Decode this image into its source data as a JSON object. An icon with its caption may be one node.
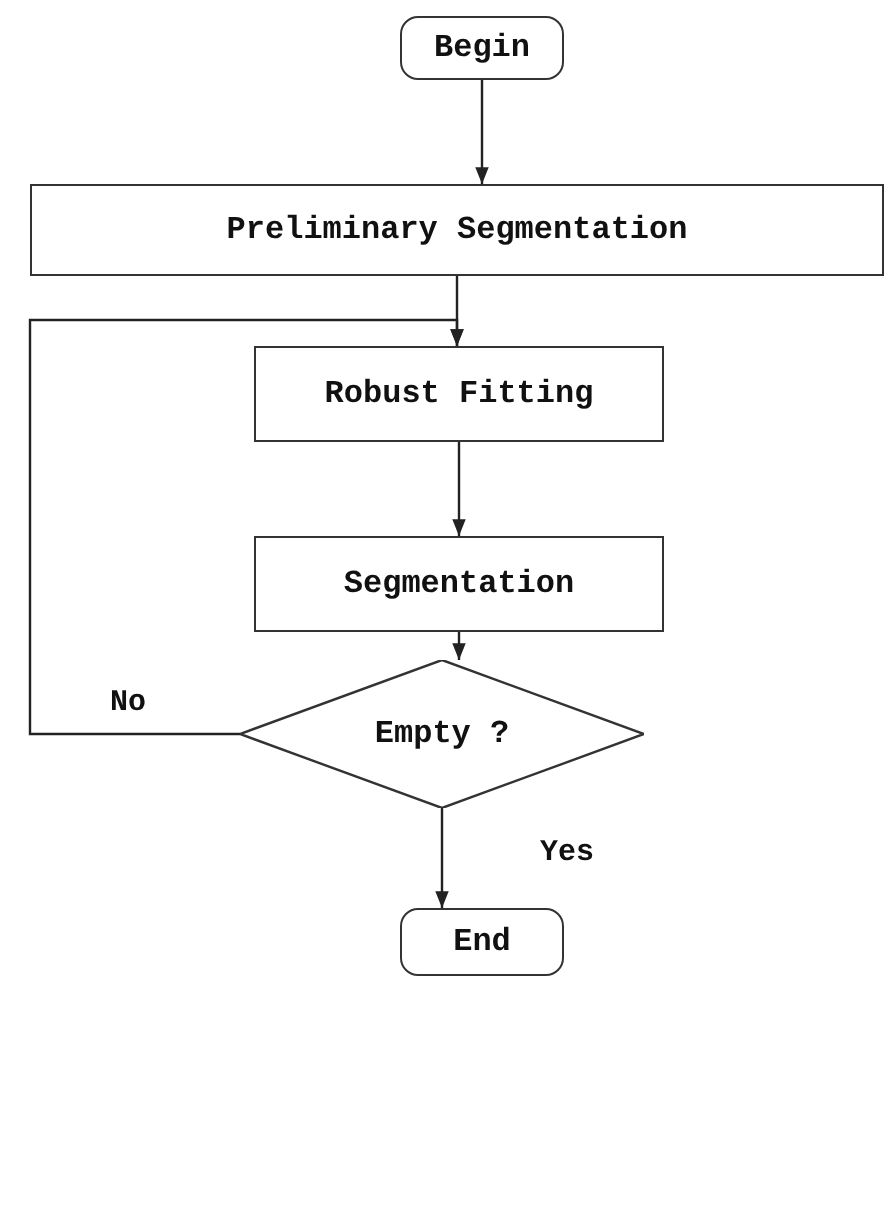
{
  "diagram": {
    "nodes": [
      {
        "text": [
          "Begin"
        ]
      },
      {
        "text": [
          "Preliminary Segmentation"
        ]
      },
      {
        "text": [
          "Robust Fitting"
        ]
      },
      {
        "text": [
          "Segmentation"
        ]
      },
      {
        "text": [
          "Empty ?"
        ]
      },
      {
        "text": [
          "End"
        ]
      }
    ],
    "edges": [
      {
        "from": 0,
        "to": 1,
        "arrow": "to"
      },
      {
        "from": 1,
        "to": 2,
        "arrow": "to"
      },
      {
        "from": 2,
        "to": 3,
        "arrow": "to"
      },
      {
        "from": 3,
        "to": 4,
        "arrow": "to"
      },
      {
        "from": 4,
        "to": 2,
        "arrow": "to",
        "label": "No"
      },
      {
        "from": 4,
        "to": 5,
        "arrow": "to",
        "label": "Yes"
      }
    ]
  }
}
